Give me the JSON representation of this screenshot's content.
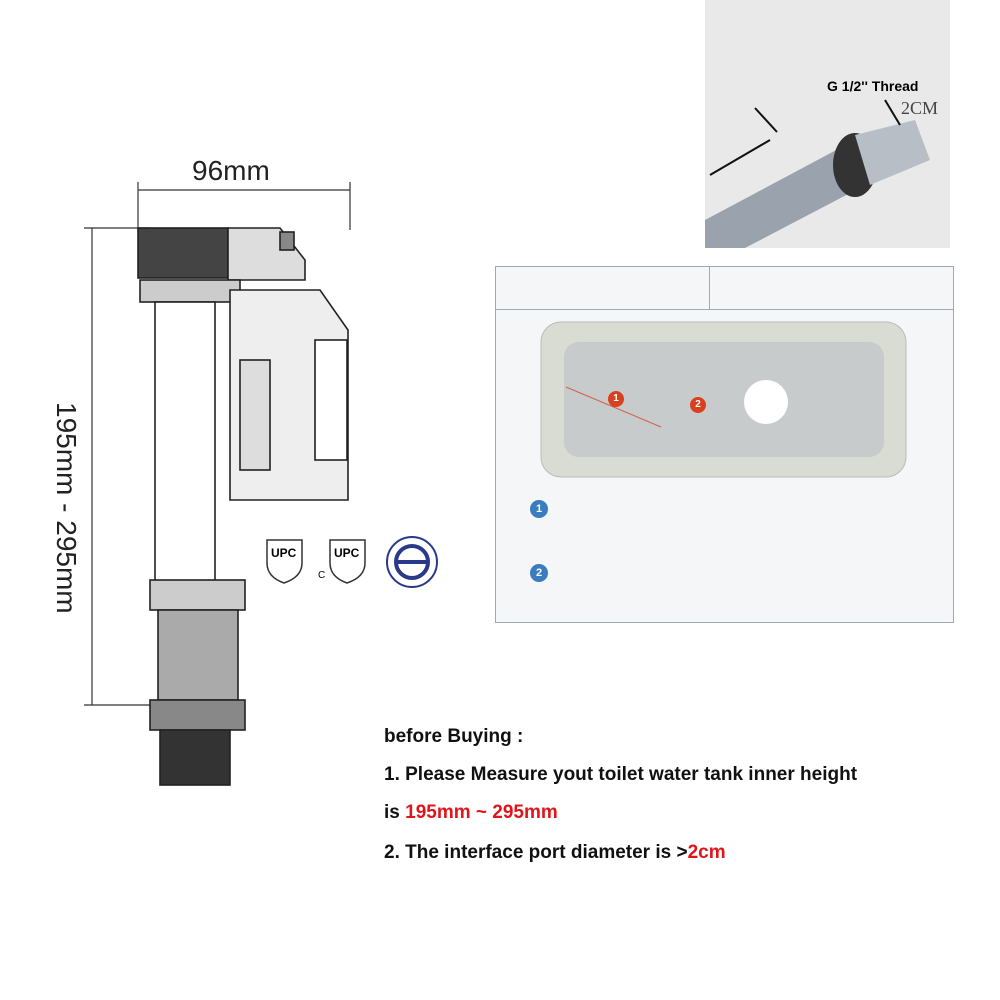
{
  "dimensions": {
    "width": "96mm",
    "height": "195mm  -  295mm"
  },
  "certifications": [
    {
      "label": "UPC"
    },
    {
      "label": "UPC",
      "prefix": "C"
    }
  ],
  "thread_photo": {
    "thread_label": "G 1/2'' Thread",
    "diameter_label": "2CM"
  },
  "tank_photo": {
    "markers": [
      "1",
      "2"
    ],
    "legend": [
      "1",
      "2"
    ]
  },
  "instructions": {
    "heading": "before Buying :",
    "line1": "1. Please Measure yout toilet water tank inner height",
    "line2_prefix": "is ",
    "line2_highlight": "195mm ~ 295mm",
    "line3_prefix": "2. The interface port diameter is >",
    "line3_highlight": "2cm"
  },
  "colors": {
    "highlight": "#e0151b",
    "marker_blue": "#3a7cc0"
  }
}
